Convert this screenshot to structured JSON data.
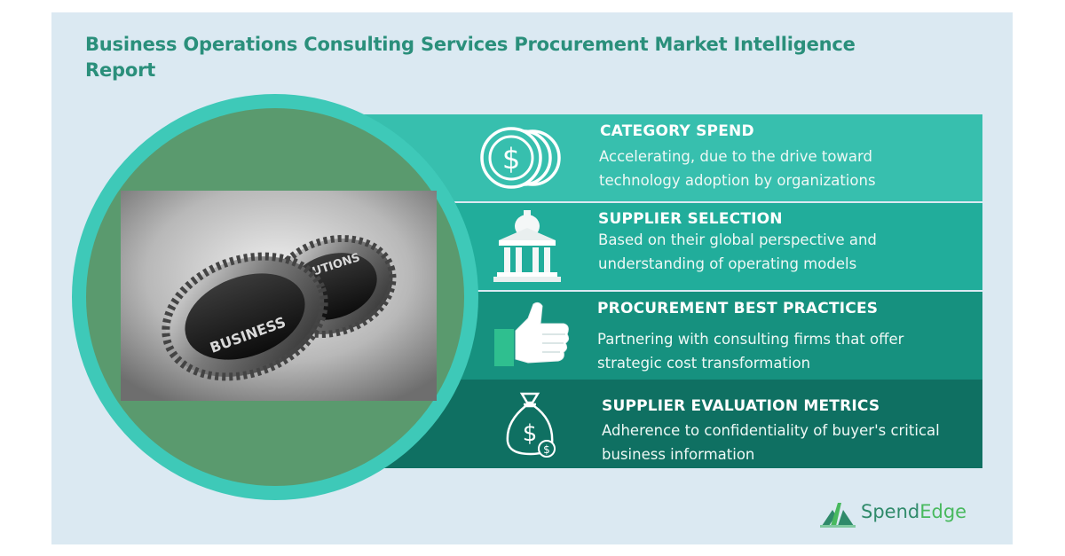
{
  "title": "Business Operations Consulting Services Procurement Market Intelligence Report",
  "photo_text": {
    "left_gear": "BUSINESS",
    "right_gear": "SOLUTIONS"
  },
  "sections": [
    {
      "heading": "CATEGORY SPEND",
      "line1": "Accelerating, due to the drive toward",
      "line2": "technology adoption by organizations",
      "icon": "dollar-coins-icon",
      "color": "#37bfae"
    },
    {
      "heading": "SUPPLIER SELECTION",
      "line1": "Based on their global perspective and",
      "line2": "understanding of operating models",
      "icon": "bank-building-icon",
      "color": "#21ad9b"
    },
    {
      "heading": "PROCUREMENT BEST PRACTICES",
      "line1": "Partnering with consulting firms that offer",
      "line2": "strategic cost transformation",
      "icon": "thumbs-up-icon",
      "color": "#16917f"
    },
    {
      "heading": "SUPPLIER EVALUATION METRICS",
      "line1": "Adherence to confidentiality of buyer's critical",
      "line2": "business information",
      "icon": "money-bag-icon",
      "color": "#0f7062"
    }
  ],
  "logo": {
    "text_a": "Spend",
    "text_b": "Edge"
  },
  "colors": {
    "background_panel": "#dbe9f2",
    "title": "#2a8f7b",
    "circle_ring": "#3ec9b8",
    "circle_fill": "#5a9a6e"
  }
}
